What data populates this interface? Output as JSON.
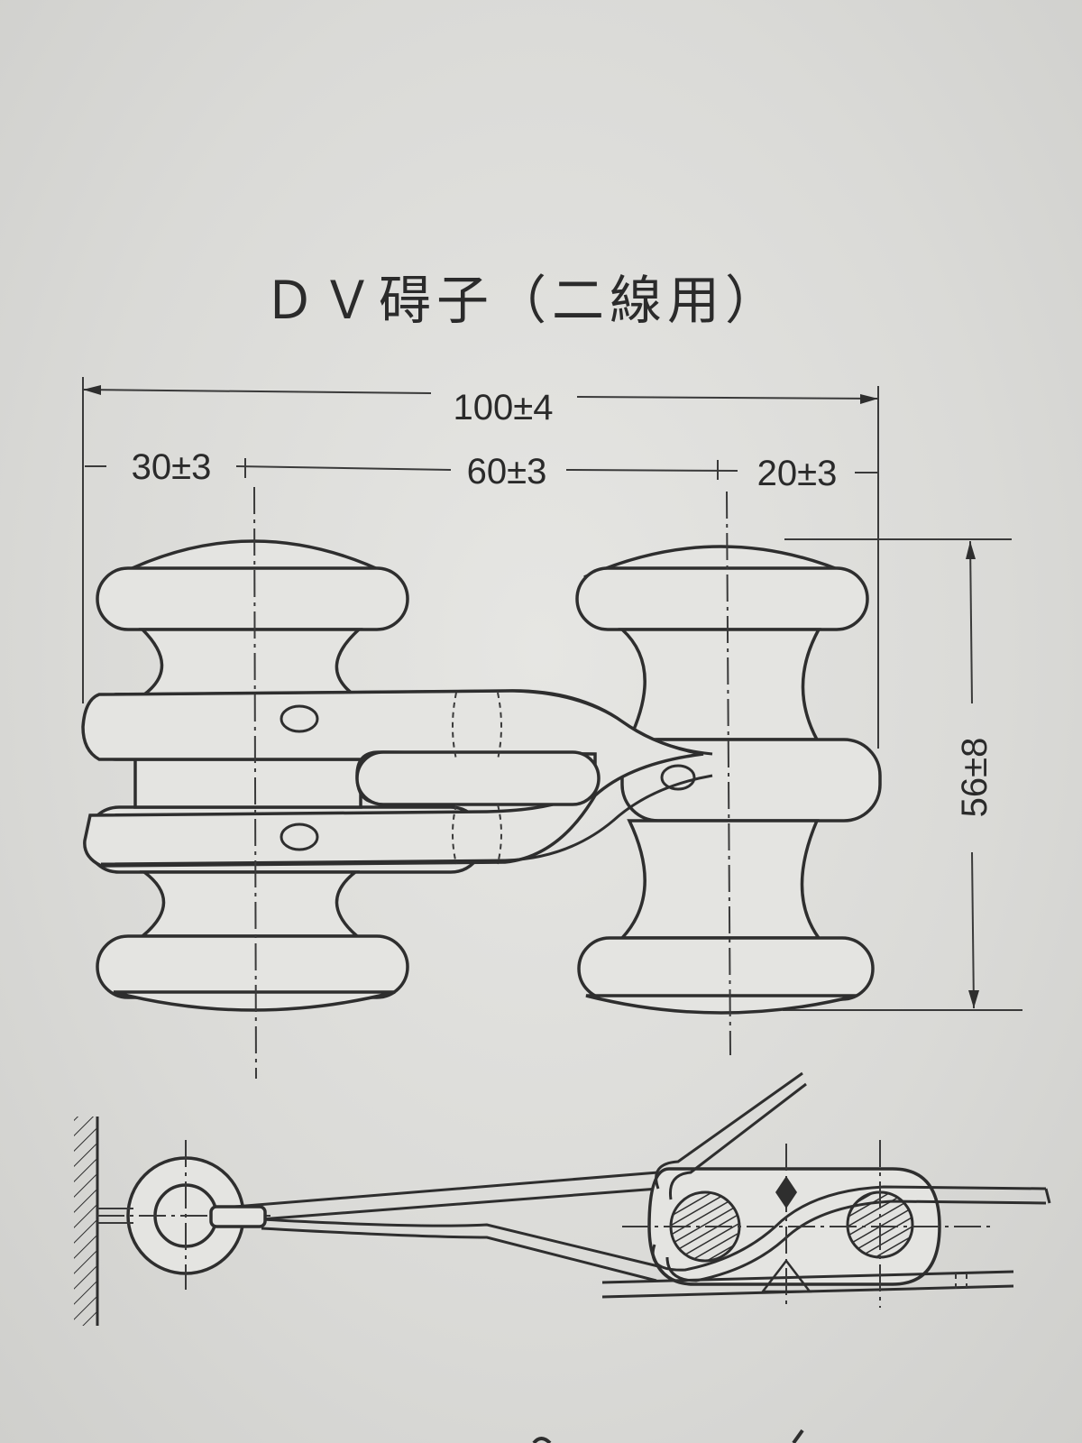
{
  "title": "ＤＶ碍子（二線用）",
  "dimensions": {
    "overall_width": "100±4",
    "left_offset": "30±3",
    "center_spacing": "60±3",
    "right_offset": "20±3",
    "height": "56±8"
  }
}
